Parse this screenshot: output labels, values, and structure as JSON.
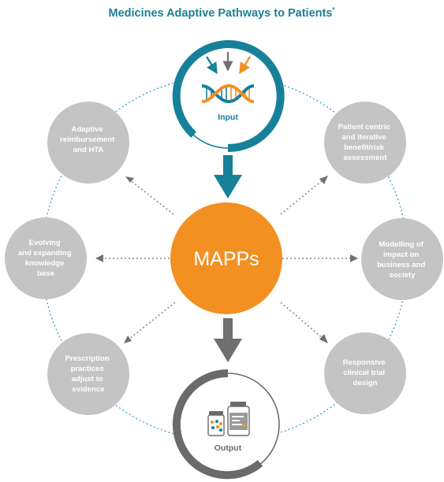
{
  "title": "Medicines Adaptive Pathways to Patients",
  "title_note_mark": "*",
  "center": {
    "label": "MAPPs"
  },
  "input": {
    "label": "Input"
  },
  "output": {
    "label": "Output"
  },
  "nodes": [
    {
      "id": "reimbursement",
      "lines": [
        "Adaptive",
        "reimbursement",
        "and HTA"
      ]
    },
    {
      "id": "knowledge",
      "lines": [
        "Evolving",
        "and expanding",
        "knowledge",
        "base"
      ]
    },
    {
      "id": "prescription",
      "lines": [
        "Prescription",
        "practices",
        "adjust to",
        "evidence"
      ]
    },
    {
      "id": "patient",
      "lines": [
        "Patient centric",
        "and iterative",
        "benefit/risk",
        "assessment"
      ]
    },
    {
      "id": "modelling",
      "lines": [
        "Modelling of",
        "impact on",
        "business and",
        "society"
      ]
    },
    {
      "id": "trial",
      "lines": [
        "Responsive",
        "clinical trial",
        "design"
      ]
    }
  ],
  "colors": {
    "teal": "#17819a",
    "orange": "#f39022",
    "grey_node": "#c4c4c4",
    "grey_arrow": "#707070",
    "dark_grey": "#666666",
    "dotted_ring": "#2aa7c4"
  },
  "icons": {
    "input": [
      "arrow-down-icon",
      "dna-helix-icon"
    ],
    "output": [
      "medicine-bottles-icon"
    ]
  }
}
